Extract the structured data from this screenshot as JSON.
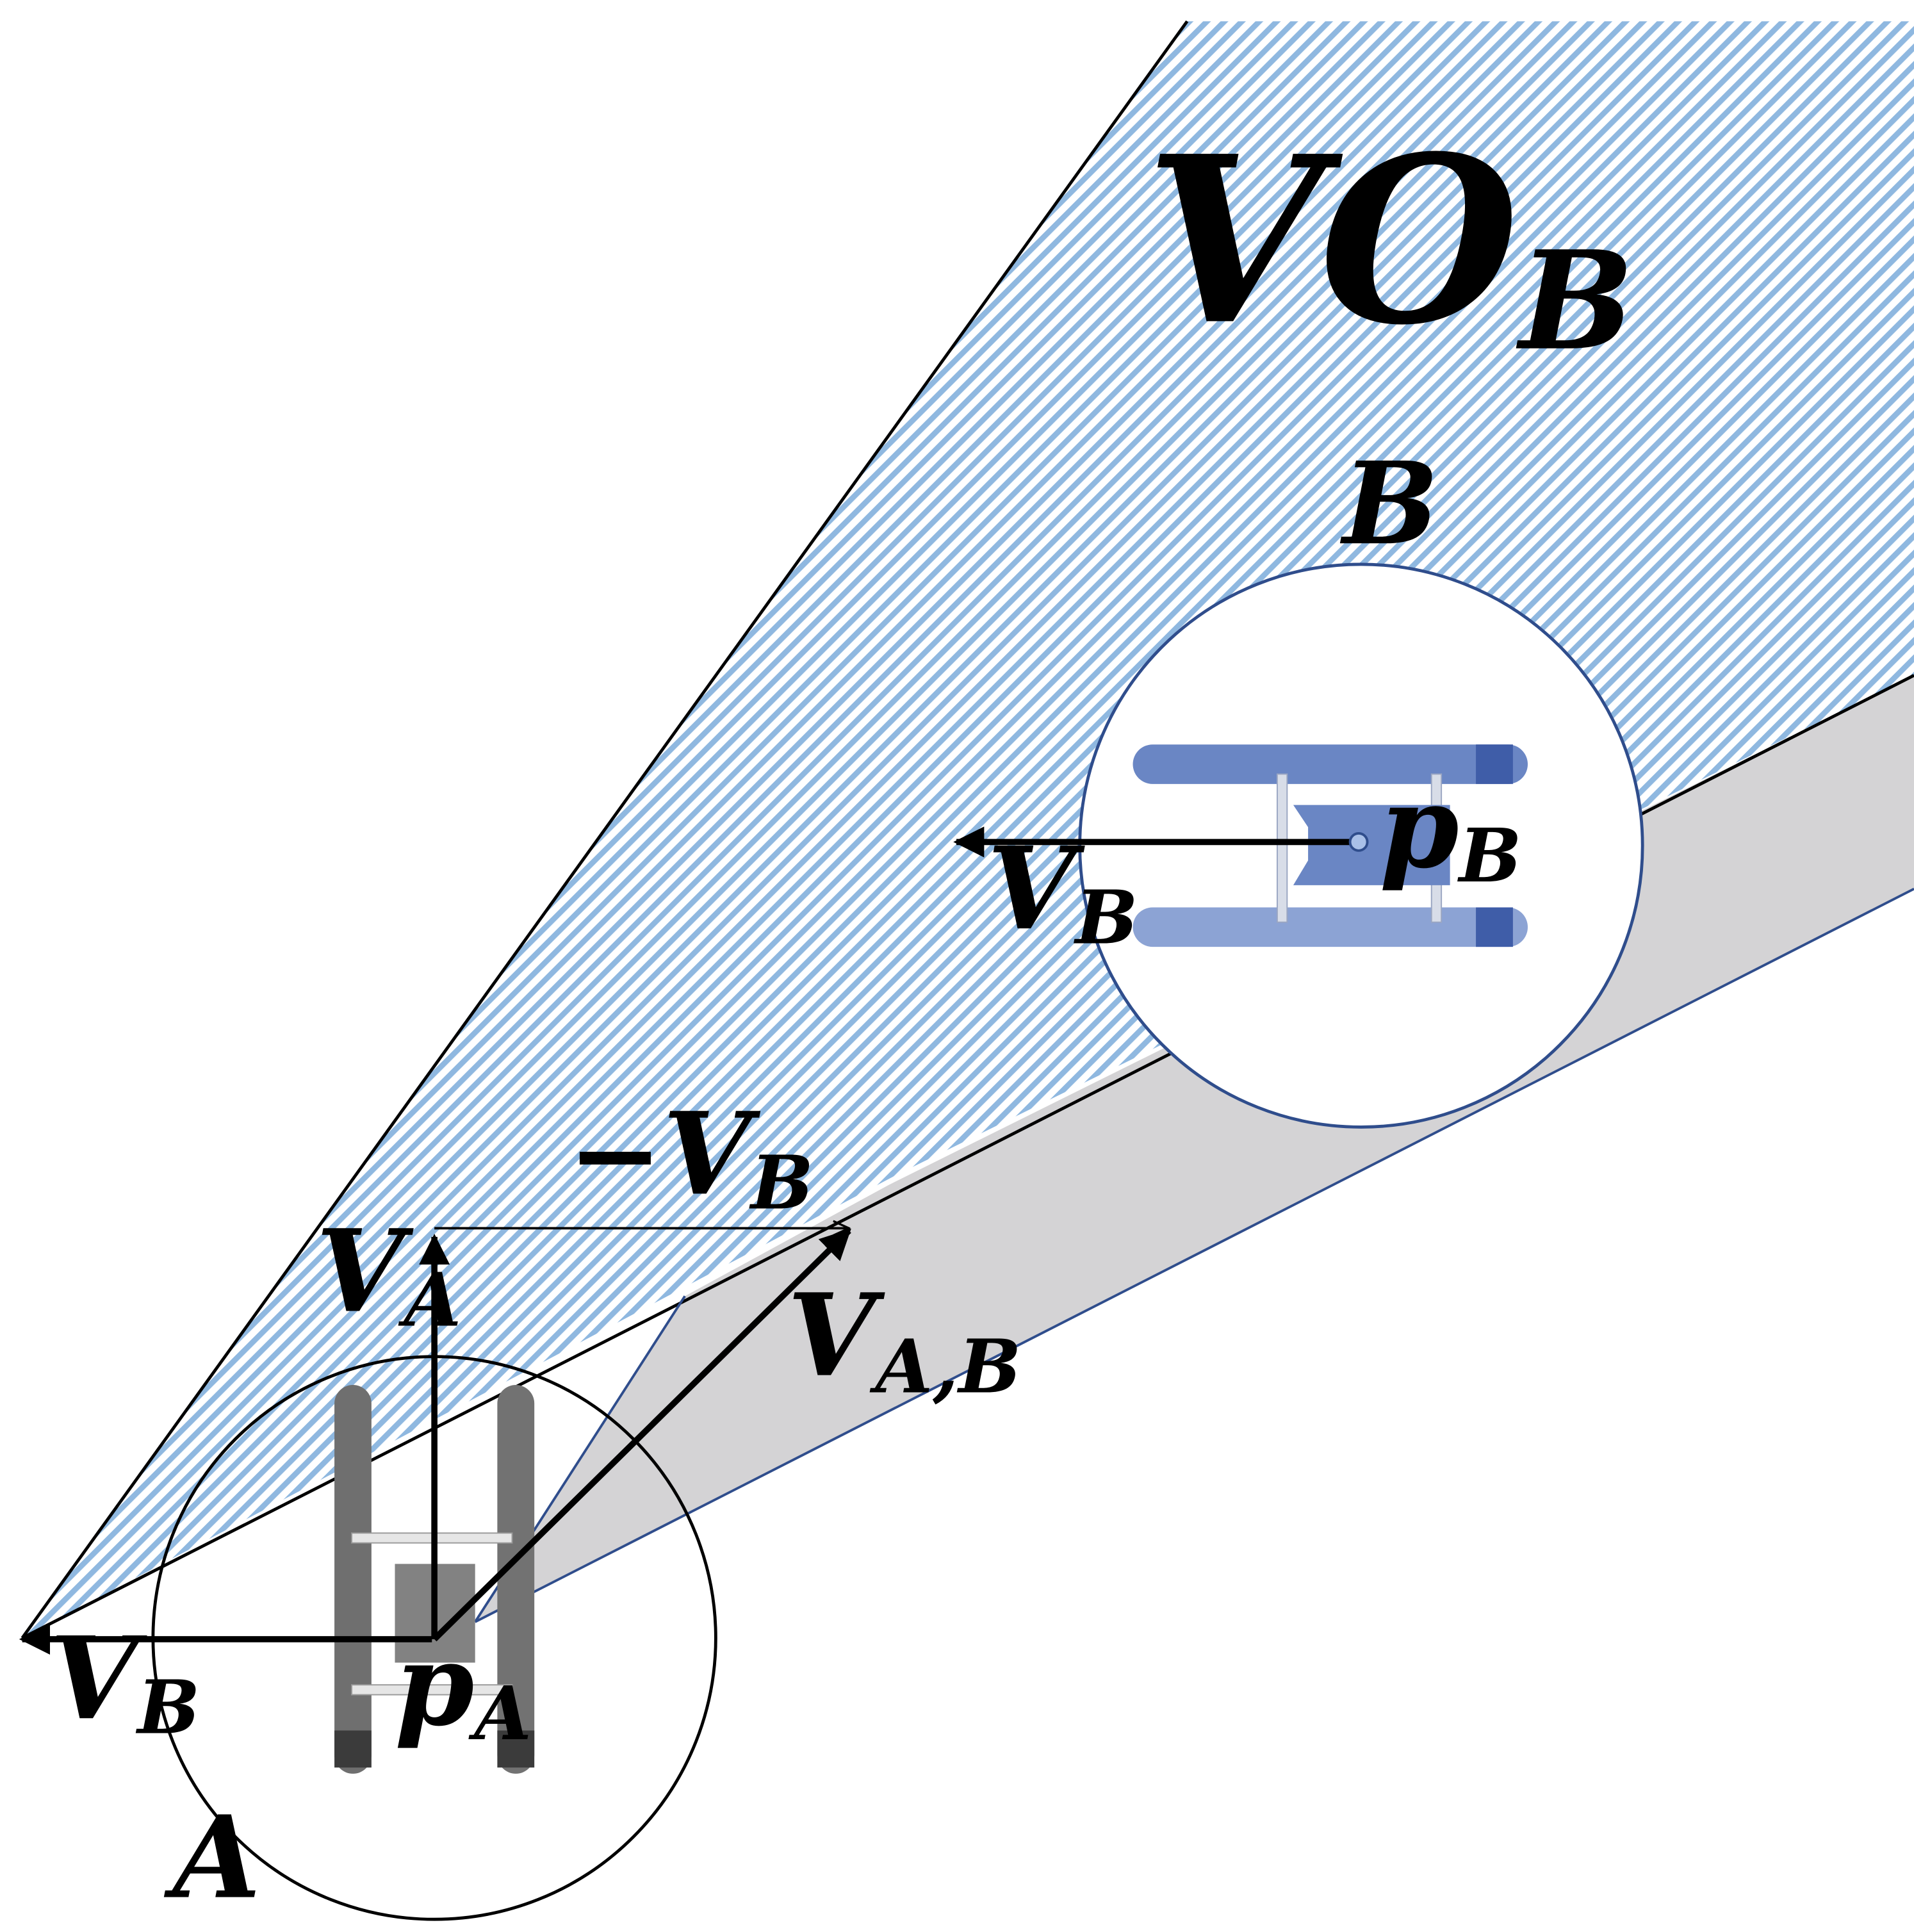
{
  "labels": {
    "vo_main": "VO",
    "vo_sub": "B",
    "robot_b": "B",
    "robot_a": "A",
    "pos_b_main": "p",
    "pos_b_sub": "B",
    "pos_a_main": "p",
    "pos_a_sub": "A",
    "vel_b_main": "V",
    "vel_b_sub": "B",
    "vel_b2_main": "V",
    "vel_b2_sub": "B",
    "vel_a_main": "V",
    "vel_a_sub": "A",
    "neg_vel_b_main": "−V",
    "neg_vel_b_sub": "B",
    "vel_ab_main": "V",
    "vel_ab_sub": "A,B"
  },
  "colors": {
    "hatch_stripe": "#8fb8e0",
    "collision_cone_fill": "#d4d3d5",
    "circle_b_stroke": "#2f4d8c",
    "robot_a_body": "#707070",
    "robot_b_body": "#6a86c4"
  }
}
